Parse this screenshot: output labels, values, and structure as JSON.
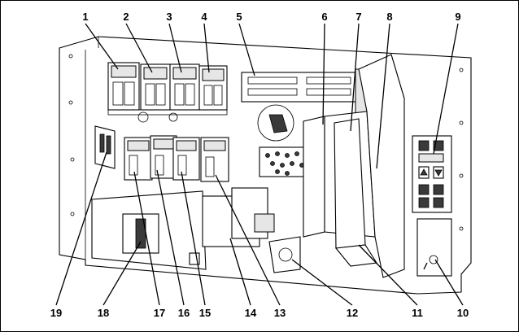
{
  "figure": {
    "callouts": {
      "c1": "1",
      "c2": "2",
      "c3": "3",
      "c4": "4",
      "c5": "5",
      "c6": "6",
      "c7": "7",
      "c8": "8",
      "c9": "9",
      "c10": "10",
      "c11": "11",
      "c12": "12",
      "c13": "13",
      "c14": "14",
      "c15": "15",
      "c16": "16",
      "c17": "17",
      "c18": "18",
      "c19": "19"
    }
  }
}
